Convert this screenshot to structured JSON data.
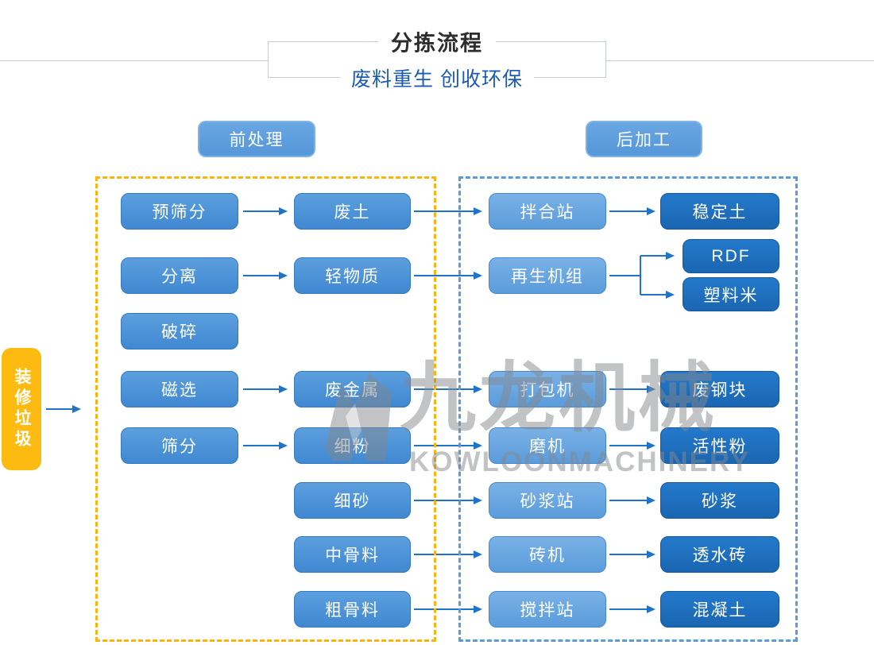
{
  "page": {
    "title": "分拣流程",
    "subtitle": "废料重生 创收环保"
  },
  "sections": {
    "pre_label": "前处理",
    "post_label": "后加工"
  },
  "source_label": "装修垃圾",
  "flow": {
    "col1": [
      "预筛分",
      "分离",
      "破碎",
      "磁选",
      "筛分"
    ],
    "col2": [
      "废土",
      "轻物质",
      "废金属",
      "细粉",
      "细砂",
      "中骨料",
      "粗骨料"
    ],
    "col3": [
      "拌合站",
      "再生机组",
      "打包机",
      "磨机",
      "砂浆站",
      "砖机",
      "搅拌站"
    ],
    "col4": [
      "稳定土",
      "RDF",
      "塑料米",
      "废钢块",
      "活性粉",
      "砂浆",
      "透水砖",
      "混凝土"
    ]
  },
  "watermark": {
    "cn": "九龙机械",
    "en": "KOWLOONMACHINERY"
  },
  "colors": {
    "node_blue": "#4E96DA",
    "node_light_blue": "#6BA7E3",
    "node_dark_blue": "#1D6FBE",
    "zone_pre_dash": "#FBB40E",
    "zone_post_dash": "#5B9BD8",
    "arrow_blue": "#1F74C8",
    "source_yellow": "#FDBA10",
    "subtitle_blue": "#1A5CB3"
  }
}
